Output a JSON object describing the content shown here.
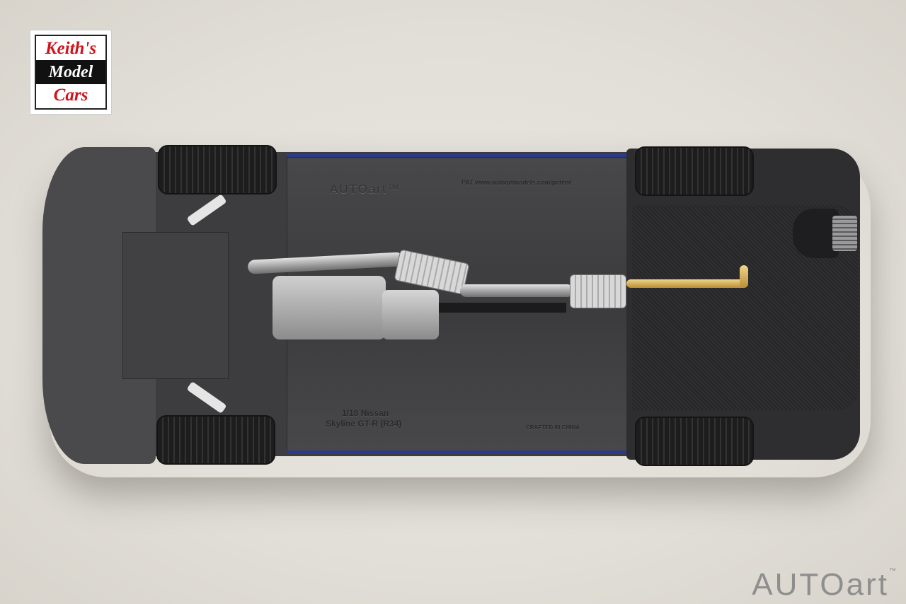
{
  "logo": {
    "line1": "Keith's",
    "line2": "Model",
    "line3": "Cars"
  },
  "watermark": {
    "brand": "AUTOart",
    "tm": "™"
  },
  "chassis_markings": {
    "brand": "AUTOart™",
    "patent": "PAT www.autoartmodels.com/patent",
    "model_line1": "1/18 Nissan",
    "model_line2": "Skyline GT-R (R34)",
    "origin": "CRAFTED IN CHINA"
  }
}
